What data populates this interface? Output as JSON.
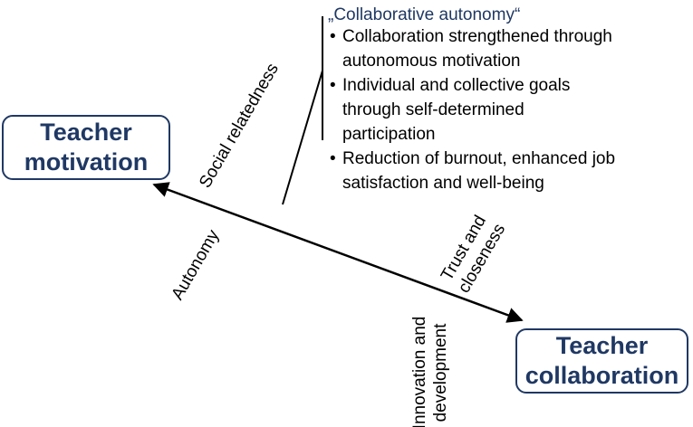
{
  "boxes": {
    "motivation": [
      "Teacher",
      "motivation"
    ],
    "collaboration": [
      "Teacher",
      "collaboration"
    ]
  },
  "branch_labels": {
    "social": "Social relatedness",
    "autonomy": "Autonomy",
    "trust": [
      "Trust and",
      "closeness"
    ],
    "innovation": [
      "Innovation and",
      "development"
    ]
  },
  "callout": {
    "heading": "„Collaborative autonomy“",
    "bullet_glyph": "•",
    "items": [
      [
        "Collaboration strengthened through",
        "autonomous motivation"
      ],
      [
        "Individual and collective goals",
        "through self-determined",
        "participation"
      ],
      [
        "Reduction of burnout, enhanced job",
        "satisfaction and well-being"
      ]
    ]
  },
  "colors": {
    "box_text": "#1f3864",
    "box_border": "#1f3864",
    "heading": "#1f3864",
    "line": "#000000"
  }
}
